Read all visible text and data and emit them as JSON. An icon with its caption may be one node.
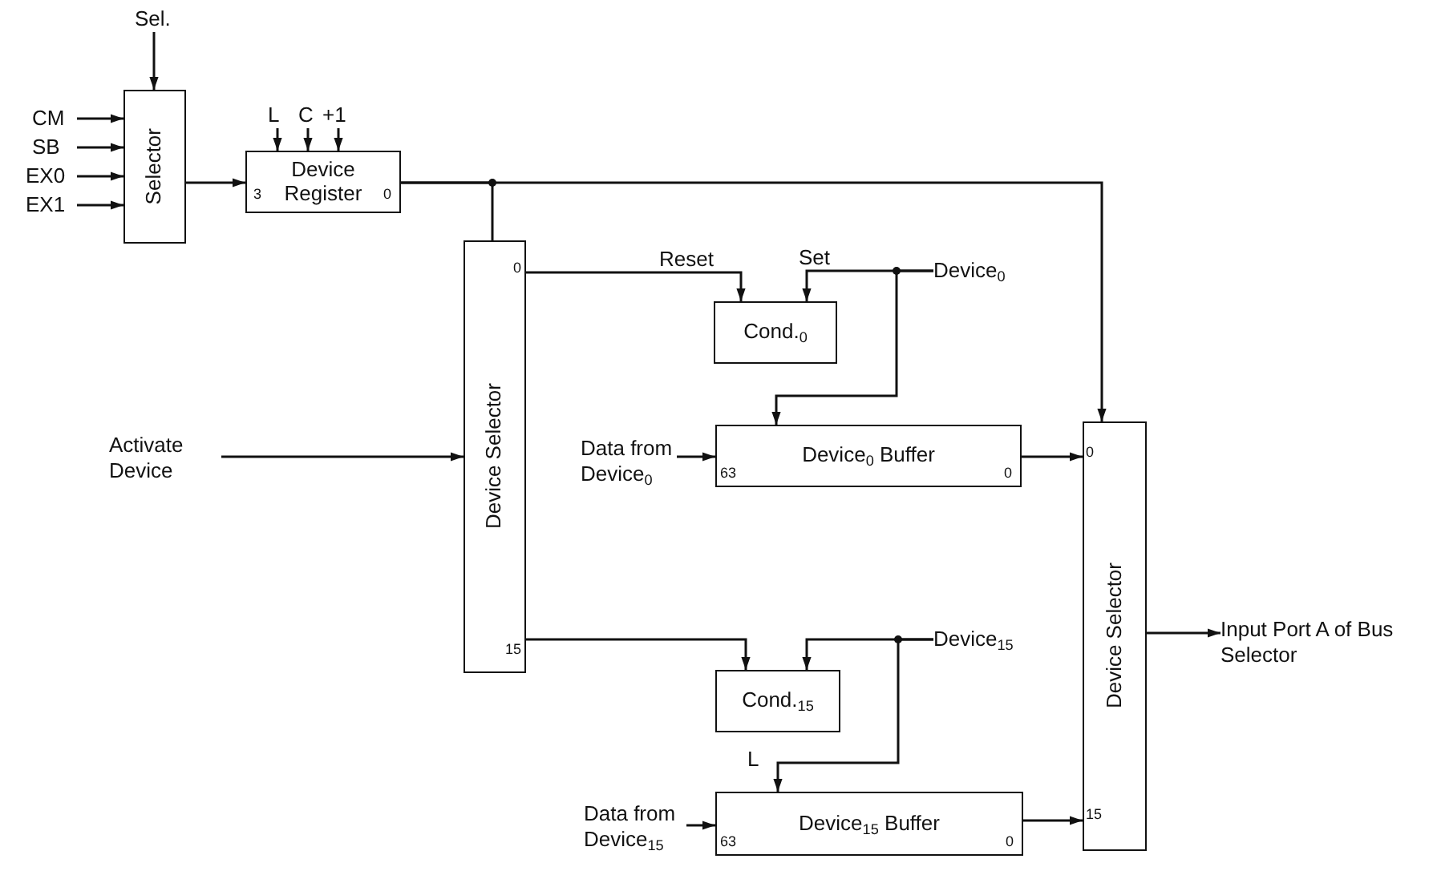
{
  "diagram": {
    "nodes": [
      {
        "text": [
          "Sel."
        ]
      },
      {
        "text": [
          "CM"
        ]
      },
      {
        "text": [
          "SB"
        ]
      },
      {
        "text": [
          "EX0"
        ]
      },
      {
        "text": [
          "EX1"
        ]
      },
      {
        "text": [
          "Selector"
        ]
      },
      {
        "text": [
          "3",
          "Device Register",
          "0"
        ]
      },
      {
        "text": [
          "L"
        ]
      },
      {
        "text": [
          "C"
        ]
      },
      {
        "text": [
          "+1"
        ]
      },
      {
        "text": [
          "Device Selector",
          "0",
          "15"
        ]
      },
      {
        "text": [
          "Activate Device"
        ]
      },
      {
        "text": [
          "Cond.$_{0}$"
        ]
      },
      {
        "text": [
          "Device$_{0}$"
        ]
      },
      {
        "text": [
          "Data from Device$_{0}$"
        ]
      },
      {
        "text": [
          "Device$_{0}$ Buffer",
          "63",
          "0"
        ]
      },
      {
        "text": [
          "Cond.$_{15}$"
        ]
      },
      {
        "text": [
          "Device$_{15}$"
        ]
      },
      {
        "text": [
          "Data from Device$_{15}$"
        ]
      },
      {
        "text": [
          "Device$_{15}$ Buffer",
          "63",
          "0"
        ]
      },
      {
        "text": [
          "Device Selector",
          "0",
          "15"
        ]
      },
      {
        "text": [
          "Input Port A of Bus Selector"
        ]
      }
    ],
    "edges": [
      {
        "from": 0,
        "to": 5,
        "arrow": "to"
      },
      {
        "from": 1,
        "to": 5,
        "arrow": "to"
      },
      {
        "from": 2,
        "to": 5,
        "arrow": "to"
      },
      {
        "from": 3,
        "to": 5,
        "arrow": "to"
      },
      {
        "from": 4,
        "to": 5,
        "arrow": "to"
      },
      {
        "from": 5,
        "to": 6,
        "arrow": "to"
      },
      {
        "from": 7,
        "to": 6,
        "arrow": "to"
      },
      {
        "from": 8,
        "to": 6,
        "arrow": "to"
      },
      {
        "from": 9,
        "to": 6,
        "arrow": "to"
      },
      {
        "from": 6,
        "to": 10,
        "arrow": "none"
      },
      {
        "from": 6,
        "to": 20,
        "arrow": "to"
      },
      {
        "from": 11,
        "to": 10,
        "arrow": "to"
      },
      {
        "from": 10,
        "to": 12,
        "arrow": "to",
        "label": "Reset"
      },
      {
        "from": 13,
        "to": 12,
        "arrow": "to",
        "label": "Set"
      },
      {
        "from": 13,
        "to": 15,
        "arrow": "to"
      },
      {
        "from": 14,
        "to": 15,
        "arrow": "to"
      },
      {
        "from": 15,
        "to": 20,
        "arrow": "to"
      },
      {
        "from": 10,
        "to": 16,
        "arrow": "to"
      },
      {
        "from": 17,
        "to": 16,
        "arrow": "to"
      },
      {
        "from": 17,
        "to": 19,
        "arrow": "to"
      },
      {
        "from": 18,
        "to": 19,
        "arrow": "to"
      },
      {
        "from": 19,
        "to": 20,
        "arrow": "to"
      },
      {
        "from": 20,
        "to": 21,
        "arrow": "to"
      }
    ],
    "labels": [
      "L"
    ]
  }
}
